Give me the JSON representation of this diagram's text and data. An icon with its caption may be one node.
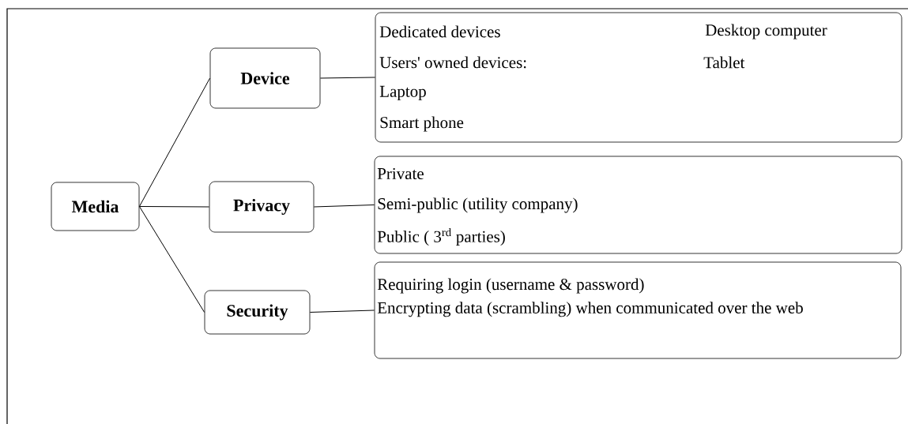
{
  "diagram": {
    "nodes": [
      {
        "text": [
          "Media"
        ]
      },
      {
        "text": [
          "Device"
        ]
      },
      {
        "text": [
          "Privacy"
        ]
      },
      {
        "text": [
          "Security"
        ]
      },
      {
        "text": [
          "Dedicated devices",
          "Desktop computer",
          "Users' owned devices:",
          "Tablet",
          "Laptop",
          "Smart phone"
        ]
      },
      {
        "text": [
          "Private",
          "Semi-public (utility company)",
          "Public ( 3$^{rd}$ parties)"
        ]
      },
      {
        "text": [
          "Requiring login (username & password)",
          "Encrypting data (scrambling) when communicated over the web"
        ]
      }
    ],
    "edges": [
      {
        "from": 0,
        "to": 1,
        "arrow": "none"
      },
      {
        "from": 0,
        "to": 2,
        "arrow": "none"
      },
      {
        "from": 0,
        "to": 3,
        "arrow": "none"
      },
      {
        "from": 1,
        "to": 4,
        "arrow": "none"
      },
      {
        "from": 2,
        "to": 5,
        "arrow": "none"
      },
      {
        "from": 3,
        "to": 6,
        "arrow": "none"
      }
    ]
  }
}
